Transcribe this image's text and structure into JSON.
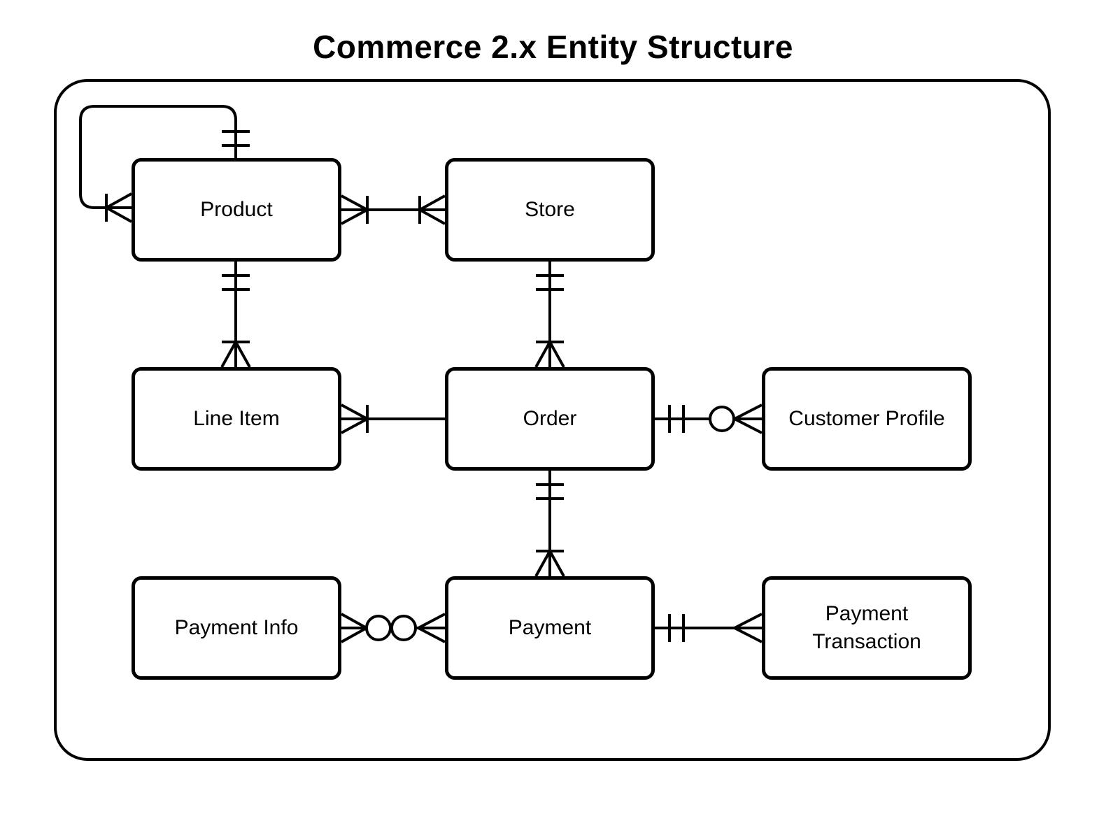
{
  "title": "Commerce 2.x Entity Structure",
  "colors": {
    "stroke": "#000000",
    "background": "#ffffff"
  },
  "diagram": {
    "notation": "crows-foot-erd",
    "entities": [
      {
        "id": "product",
        "label": "Product"
      },
      {
        "id": "store",
        "label": "Store"
      },
      {
        "id": "line_item",
        "label": "Line Item"
      },
      {
        "id": "order",
        "label": "Order"
      },
      {
        "id": "customer_profile",
        "label": "Customer Profile"
      },
      {
        "id": "payment_info",
        "label": "Payment Info"
      },
      {
        "id": "payment",
        "label": "Payment"
      },
      {
        "id": "payment_transaction",
        "label": "Payment Transaction"
      }
    ],
    "relationships": [
      {
        "from": "product",
        "to": "product",
        "from_cardinality": "exactly-one",
        "to_cardinality": "one-or-many",
        "note": "self-referencing loop"
      },
      {
        "from": "product",
        "to": "store",
        "from_cardinality": "one-or-many",
        "to_cardinality": "one-or-many"
      },
      {
        "from": "product",
        "to": "line_item",
        "from_cardinality": "exactly-one",
        "to_cardinality": "one-or-many"
      },
      {
        "from": "store",
        "to": "order",
        "from_cardinality": "exactly-one",
        "to_cardinality": "one-or-many"
      },
      {
        "from": "line_item",
        "to": "order",
        "from_cardinality": "one-or-many",
        "to_cardinality": "unspecified"
      },
      {
        "from": "order",
        "to": "customer_profile",
        "from_cardinality": "exactly-one",
        "to_cardinality": "zero-or-many"
      },
      {
        "from": "order",
        "to": "payment",
        "from_cardinality": "exactly-one",
        "to_cardinality": "one-or-many"
      },
      {
        "from": "payment_info",
        "to": "payment",
        "from_cardinality": "zero-or-many",
        "to_cardinality": "zero-or-many"
      },
      {
        "from": "payment",
        "to": "payment_transaction",
        "from_cardinality": "exactly-one",
        "to_cardinality": "many"
      }
    ]
  }
}
